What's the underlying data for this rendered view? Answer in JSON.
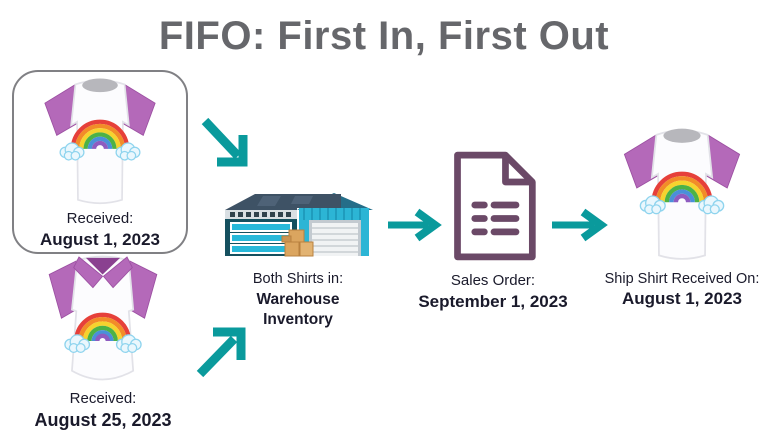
{
  "title": "FIFO: First In, First Out",
  "colors": {
    "teal": "#0a9a9c",
    "purple": "#b469b9",
    "purple-dark": "#9c50a2",
    "plum": "#6b4967",
    "title-gray": "#66676b",
    "text-dark": "#1a1a2b",
    "box-border": "#808084",
    "warehouse-dark": "#15505f",
    "warehouse-cyan": "#2cb5d5",
    "roof-slate": "#3e5265"
  },
  "nodes": {
    "shirt_aug1": {
      "label": "Received:",
      "date": "August 1, 2023"
    },
    "shirt_aug25": {
      "label": "Received:",
      "date": "August 25, 2023"
    },
    "warehouse": {
      "label": "Both Shirts in:",
      "bold": "Warehouse Inventory"
    },
    "sales_order": {
      "label": "Sales Order:",
      "date": "September 1, 2023"
    },
    "ship": {
      "label": "Ship Shirt Received On:",
      "date": "August 1, 2023"
    }
  },
  "icons": {
    "shirt1": "tshirt-rainbow-icon",
    "shirt2": "polo-shirt-rainbow-icon",
    "warehouse": "warehouse-icon",
    "sales_order": "document-icon",
    "shirt3": "tshirt-rainbow-icon",
    "arrow1": "arrow-down-right-icon",
    "arrow2": "arrow-up-right-icon",
    "arrow3": "arrow-right-icon",
    "arrow4": "arrow-right-icon"
  }
}
